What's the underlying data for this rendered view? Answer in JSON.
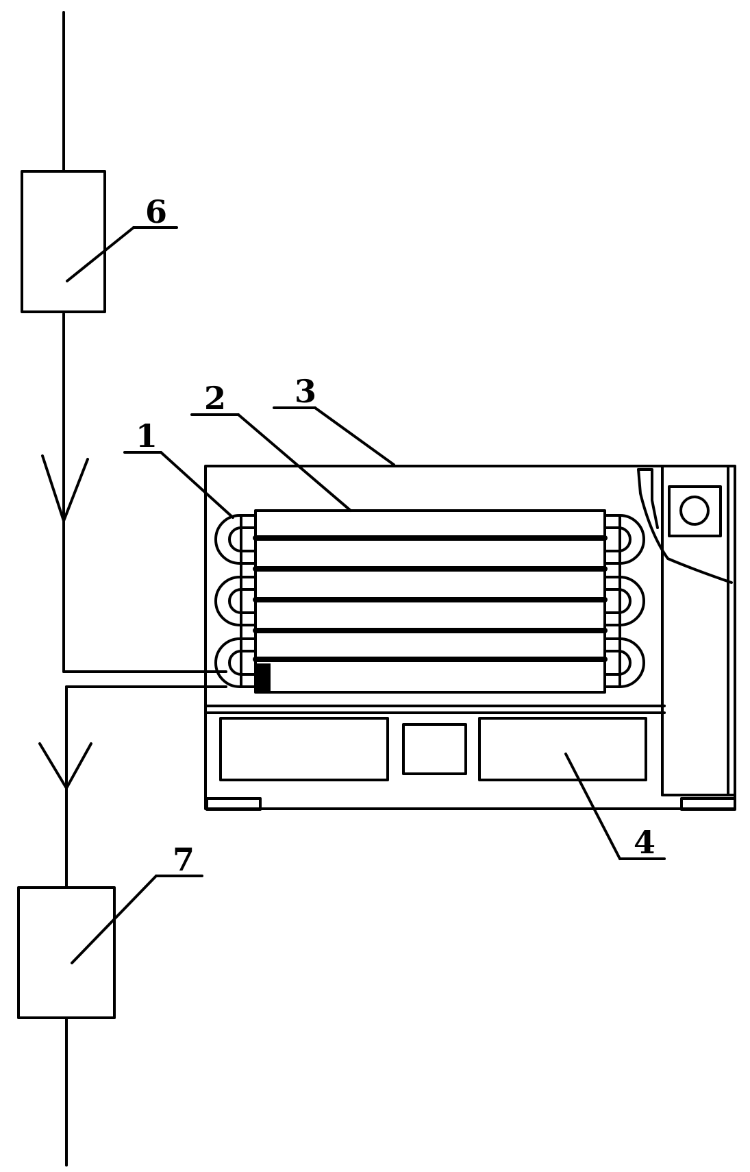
{
  "labels": {
    "l1": "1",
    "l2": "2",
    "l3": "3",
    "l4": "4",
    "l6": "6",
    "l7": "7"
  },
  "colors": {
    "line": "#000000",
    "background": "#ffffff"
  }
}
